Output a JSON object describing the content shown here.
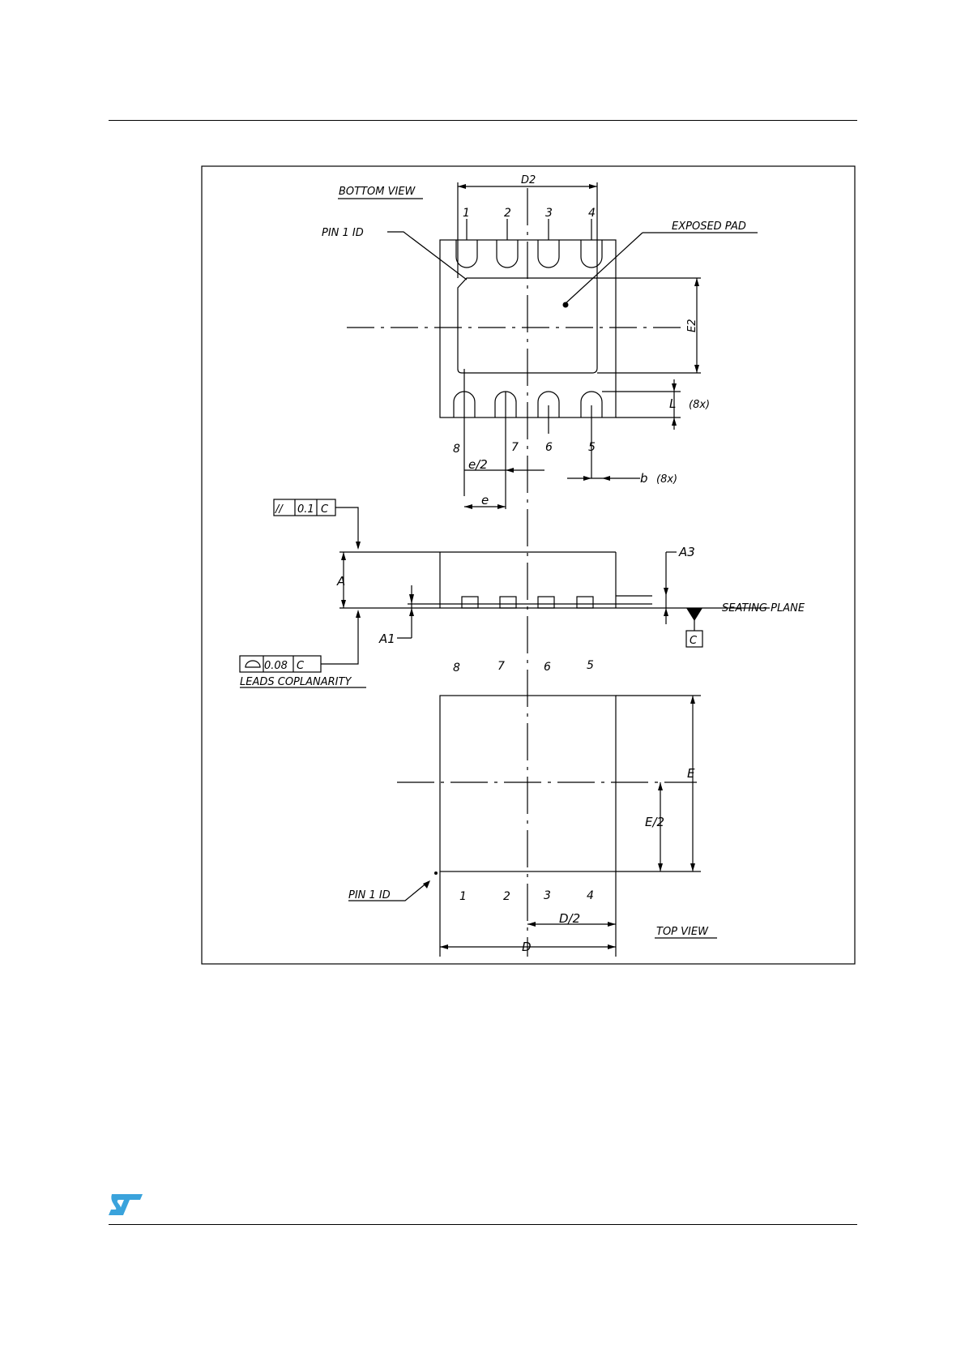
{
  "drawing": {
    "bottom_view": {
      "title": "BOTTOM VIEW",
      "d2": "D2",
      "e2": "E2",
      "pin1_id": "PIN 1 ID",
      "exposed_pad": "EXPOSED PAD",
      "top_pins": [
        "1",
        "2",
        "3",
        "4"
      ],
      "bottom_pins": [
        "8",
        "7",
        "6",
        "5"
      ],
      "l_dim": "L",
      "l_count": "(8x)",
      "b_dim": "b",
      "b_count": "(8x)",
      "e_half": "e/2",
      "e_pitch": "e"
    },
    "side_view": {
      "parallelism_symbol": "//",
      "parallelism_value": "0.1",
      "parallelism_datum": "C",
      "a": "A",
      "a1": "A1",
      "a3": "A3",
      "seating_plane": "SEATING PLANE",
      "datum_c": "C",
      "coplanarity_value": "0.08",
      "coplanarity_datum": "C",
      "leads_coplanarity": "LEADS COPLANARITY",
      "pins": [
        "8",
        "7",
        "6",
        "5"
      ]
    },
    "top_view": {
      "title": "TOP VIEW",
      "e": "E",
      "e_half": "E/2",
      "pin1_id": "PIN 1 ID",
      "pins": [
        "1",
        "2",
        "3",
        "4"
      ],
      "d_half": "D/2",
      "d": "D"
    }
  },
  "logo": {
    "color": "#3aa3dc",
    "name": "st-logo"
  }
}
